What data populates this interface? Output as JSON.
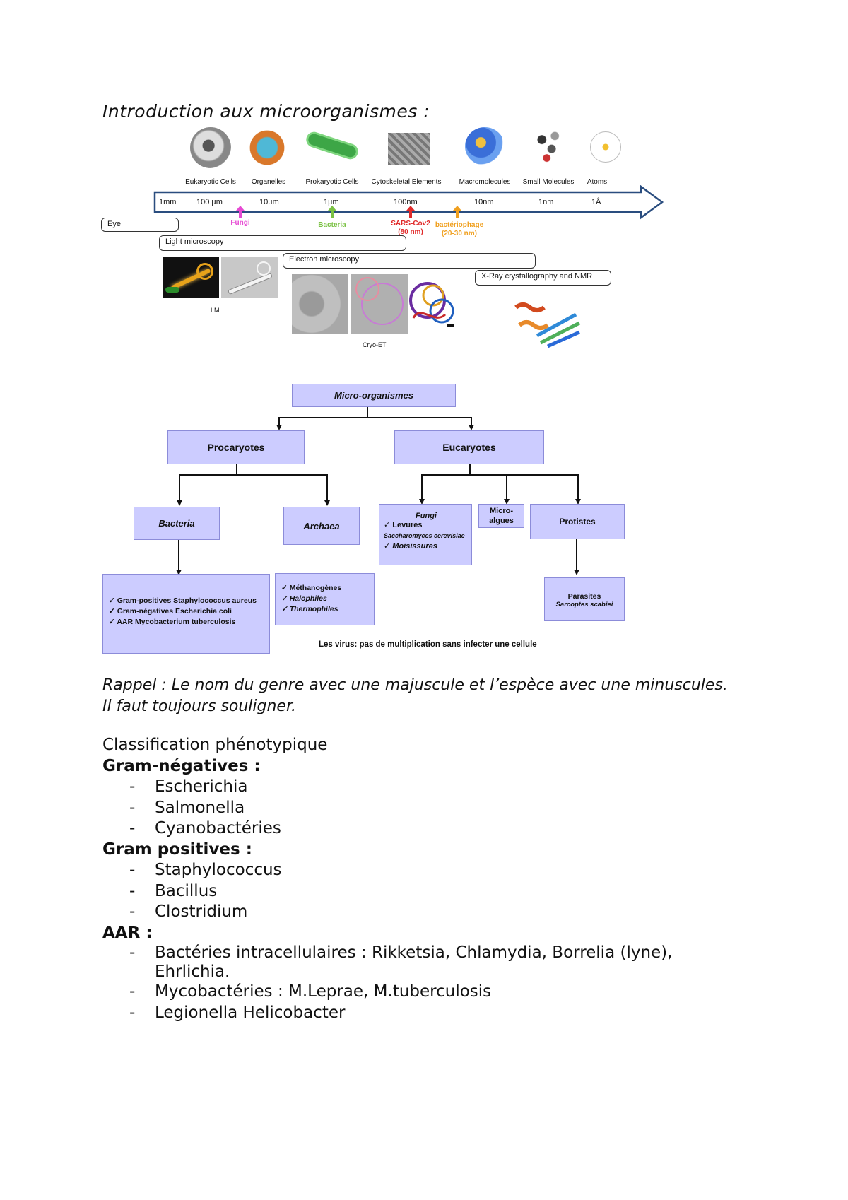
{
  "title": "Introduction aux microorganismes :",
  "scale_figure": {
    "categories": [
      "Eukaryotic Cells",
      "Organelles",
      "Prokaryotic Cells",
      "Cytoskeletal Elements",
      "Macromolecules",
      "Small Molecules",
      "Atoms"
    ],
    "ticks": [
      "1mm",
      "100 µm",
      "10µm",
      "1µm",
      "100nm",
      "10nm",
      "1nm",
      "1Å"
    ],
    "markers": [
      {
        "label": "Fungi",
        "color": "#e64ad3"
      },
      {
        "label": "Bacteria",
        "color": "#7ac143"
      },
      {
        "label": "SARS-Cov2\n(80 nm)",
        "color": "#e02a2a"
      },
      {
        "label": "bactériophage\n(20-30 nm)",
        "color": "#f0a020"
      }
    ],
    "methods": {
      "eye": "Eye",
      "light": "Light microscopy",
      "electron": "Electron microscopy",
      "xray": "X-Ray crystallography and NMR"
    },
    "image_labels": {
      "lm": "LM",
      "cryo": "Cryo-ET"
    }
  },
  "tree": {
    "root": "Micro-organismes",
    "procaryotes": "Procaryotes",
    "eucaryotes": "Eucaryotes",
    "bacteria": "Bacteria",
    "archaea": "Archaea",
    "fungi": {
      "title": "Fungi",
      "items": [
        "Levures",
        "Saccharomyces cerevisiae",
        "Moisissures"
      ]
    },
    "micro_algues": "Micro-\nalgues",
    "protistes": "Protistes",
    "bacteria_list": [
      "Gram-positives Staphylococcus aureus",
      "Gram-négatives Escherichia coli",
      "AAR Mycobacterium tuberculosis"
    ],
    "archaea_list": [
      "Méthanogènes",
      "Halophiles",
      "Thermophiles"
    ],
    "parasites": {
      "title": "Parasites",
      "sub": "Sarcoptes scabiei"
    },
    "virus_note": "Les virus: pas de multiplication sans infecter une cellule"
  },
  "rappel": "Rappel : Le nom du genre avec une majuscule et l’espèce avec une minuscules. Il faut toujours souligner.",
  "classification": {
    "heading": "Classification phénotypique",
    "groups": [
      {
        "title": "Gram-négatives :",
        "items": [
          "Escherichia",
          "Salmonella",
          "Cyanobactéries"
        ]
      },
      {
        "title": "Gram positives :",
        "items": [
          "Staphylococcus",
          "Bacillus",
          "Clostridium"
        ]
      },
      {
        "title": "AAR :",
        "items": [
          "Bactéries intracellulaires : Rikketsia, Chlamydia, Borrelia (lyne), Ehrlichia.",
          "Mycobactéries : M.Leprae, M.tuberculosis",
          "Legionella Helicobacter"
        ]
      }
    ]
  }
}
